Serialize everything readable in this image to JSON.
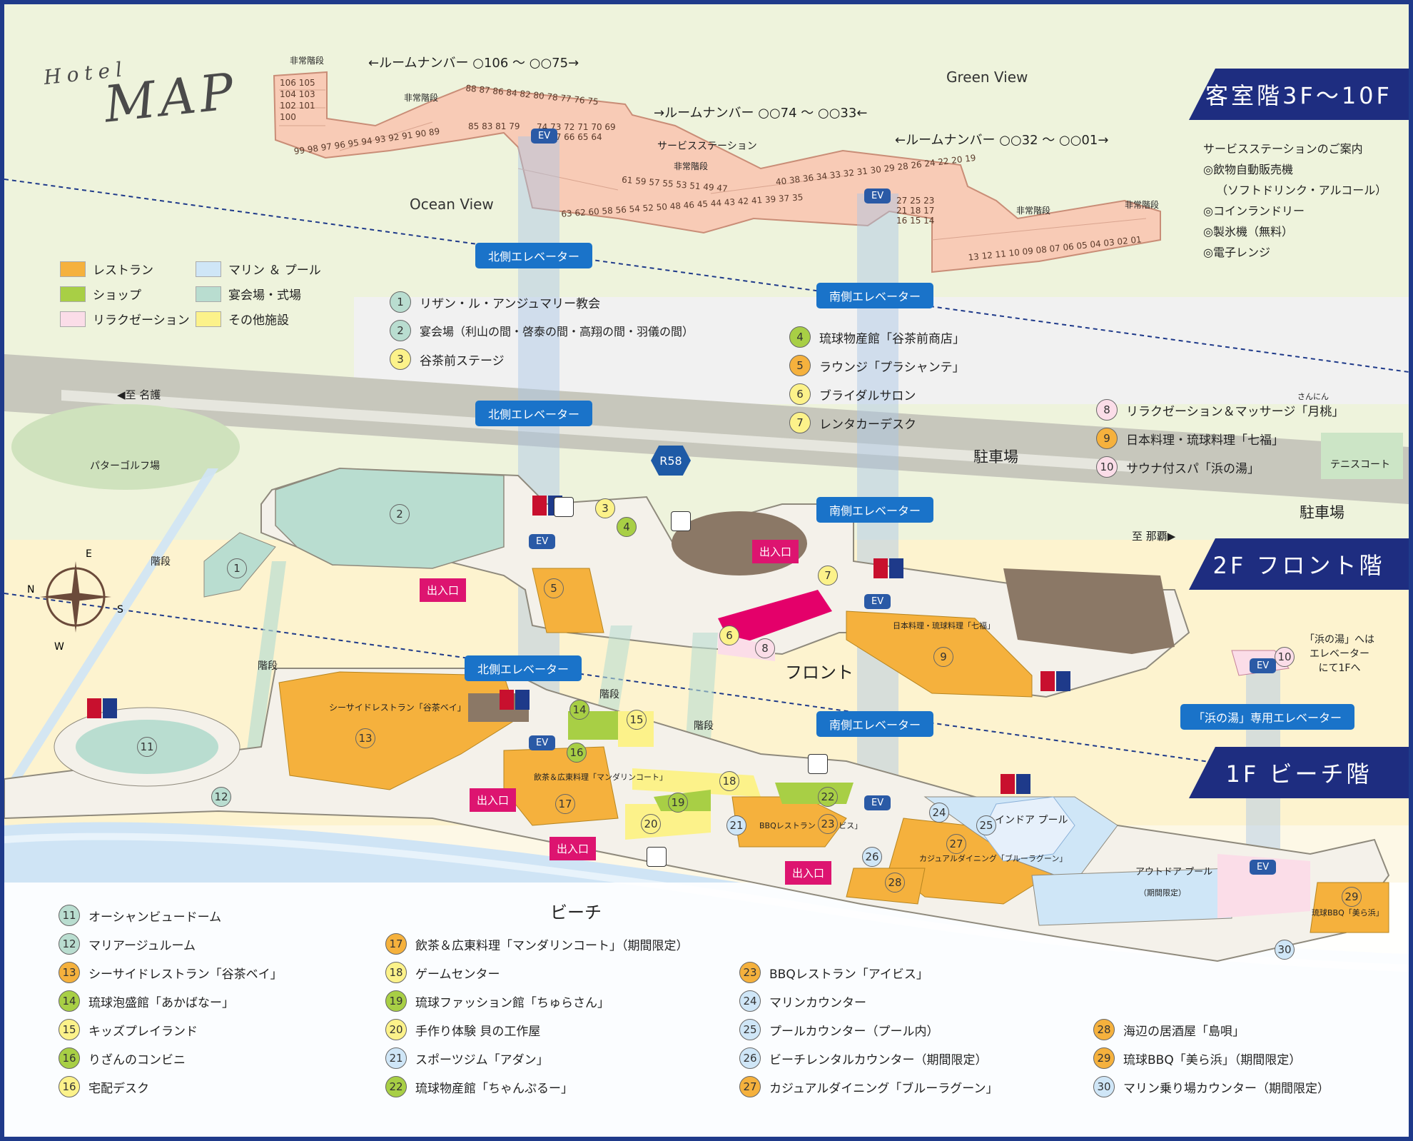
{
  "title": {
    "small": "Hotel",
    "big": "MAP"
  },
  "banners": {
    "guest_floor": "客室階3F〜10F",
    "front_floor": "2F フロント階",
    "beach_floor": "1F ビーチ階"
  },
  "elevators": {
    "north": "北側エレベーター",
    "south": "南側エレベーター",
    "spa": "「浜の湯」専用エレベーター",
    "ev": "EV"
  },
  "views": {
    "green": "Green View",
    "ocean": "Ocean View"
  },
  "room_ranges": {
    "r1": "←ルームナンバー ○106 〜 ○○75→",
    "r2": "→ルームナンバー ○○74 〜 ○○33←",
    "r3": "←ルームナンバー ○○32 〜 ○○01→"
  },
  "guest_floor_labels": {
    "emergency_stairs": "非常階段",
    "service_station": "サービスステーション"
  },
  "room_numbers": {
    "a": "106 105 104 103 102 101 100",
    "b": "99 98 97 96 95 94 93 92 91 90 89",
    "c": "88 87 86 84 82 80 78 77 76 75",
    "d": "85 83 81 79",
    "e": "74 73 72 71 70 69 68 67 66 65 64",
    "f": "63 62 60 58 56 54 52 50 48 46 45 44 43 42 41 39 37 35",
    "g": "61 59 57 55 53 51 49 47",
    "h": "40 38 36 34 33 32 31 30 29 28 26 24 22 20 19",
    "i": "27 25 23 21 18 17 16 15 14",
    "j": "13 12 11 10 09 08 07 06 05 04 03 02 01"
  },
  "service_info": {
    "title": "サービスステーションのご案内",
    "items": [
      "◎飲物自動販売機",
      "（ソフトドリンク・アルコール）",
      "◎コインランドリー",
      "◎製氷機（無料）",
      "◎電子レンジ"
    ]
  },
  "categories": [
    {
      "label": "レストラン",
      "color": "#f5b13d"
    },
    {
      "label": "マリン ＆ プール",
      "color": "#cfe6f7"
    },
    {
      "label": "ショップ",
      "color": "#a8cf45"
    },
    {
      "label": "宴会場・式場",
      "color": "#b9ddd0"
    },
    {
      "label": "リラクゼーション",
      "color": "#fbdde8"
    },
    {
      "label": "その他施設",
      "color": "#fcf28a"
    }
  ],
  "facilities_2f_a": [
    {
      "num": "1",
      "label": "リザン・ル・アンジュマリー教会"
    },
    {
      "num": "2",
      "label": "宴会場（利山の間・啓泰の間・高翔の間・羽儀の間）"
    },
    {
      "num": "3",
      "label": "谷茶前ステージ"
    }
  ],
  "facilities_2f_b": [
    {
      "num": "4",
      "label": "琉球物産館「谷茶前商店」"
    },
    {
      "num": "5",
      "label": "ラウンジ「プラシャンテ」"
    },
    {
      "num": "6",
      "label": "ブライダルサロン"
    },
    {
      "num": "7",
      "label": "レンタカーデスク"
    }
  ],
  "facilities_2f_c": [
    {
      "num": "8",
      "label": "リラクゼーション＆マッサージ「月桃」",
      "ruby": "さんにん"
    },
    {
      "num": "9",
      "label": "日本料理・琉球料理「七福」"
    },
    {
      "num": "10",
      "label": "サウナ付スパ「浜の湯」"
    }
  ],
  "map_labels": {
    "to_nago": "◀至 名護",
    "to_naha": "至 那覇▶",
    "route": "R58",
    "parking": "駐車場",
    "tennis": "テニスコート",
    "putter_golf": "パターゴルフ場",
    "stairs": "階段",
    "entrance": "出入口",
    "front": "フロント",
    "beach": "ビーチ",
    "shichifuku": "日本料理・琉球料理「七福」",
    "tancha_bay": "シーサイドレストラン「谷茶ベイ」",
    "mandarin": "飲茶＆広東料理「マンダリンコート」",
    "ibis": "BBQレストラン「アイビス」",
    "blue_lagoon": "カジュアルダイニング「ブルーラグーン」",
    "indoor_pool": "インドア プール",
    "outdoor_pool": "アウトドア プール",
    "outdoor_pool_note": "（期間限定）",
    "churahama": "琉球BBQ「美ら浜」",
    "spa_note": [
      "「浜の湯」へは",
      "エレベーター",
      "にて1Fへ"
    ]
  },
  "legend_1f_col1": [
    {
      "num": "11",
      "label": "オーシャンビュードーム",
      "color": "#b9ddd0"
    },
    {
      "num": "12",
      "label": "マリアージュルーム",
      "color": "#b9ddd0"
    },
    {
      "num": "13",
      "label": "シーサイドレストラン「谷茶ベイ」",
      "color": "#f5b13d"
    },
    {
      "num": "14",
      "label": "琉球泡盛館「あかばなー」",
      "color": "#a8cf45"
    },
    {
      "num": "15",
      "label": "キッズプレイランド",
      "color": "#fcf28a"
    },
    {
      "num": "16",
      "label": "りざんのコンビニ",
      "color": "#a8cf45"
    },
    {
      "num": "16",
      "label": "宅配デスク",
      "color": "#fcf28a"
    }
  ],
  "legend_1f_col2": [
    {
      "num": "17",
      "label": "飲茶＆広東料理「マンダリンコート」（期間限定）",
      "color": "#f5b13d"
    },
    {
      "num": "18",
      "label": "ゲームセンター",
      "color": "#fcf28a"
    },
    {
      "num": "19",
      "label": "琉球ファッション館「ちゅらさん」",
      "color": "#a8cf45"
    },
    {
      "num": "20",
      "label": "手作り体験 貝の工作屋",
      "color": "#fcf28a"
    },
    {
      "num": "21",
      "label": "スポーツジム「アダン」",
      "color": "#cfe6f7"
    },
    {
      "num": "22",
      "label": "琉球物産館「ちゃんぷるー」",
      "color": "#a8cf45"
    }
  ],
  "legend_1f_col3": [
    {
      "num": "23",
      "label": "BBQレストラン「アイビス」",
      "color": "#f5b13d"
    },
    {
      "num": "24",
      "label": "マリンカウンター",
      "color": "#cfe6f7"
    },
    {
      "num": "25",
      "label": "プールカウンター（プール内）",
      "color": "#cfe6f7"
    },
    {
      "num": "26",
      "label": "ビーチレンタルカウンター（期間限定）",
      "color": "#cfe6f7"
    },
    {
      "num": "27",
      "label": "カジュアルダイニング「ブルーラグーン」",
      "color": "#f5b13d"
    }
  ],
  "legend_1f_col4": [
    {
      "num": "28",
      "label": "海辺の居酒屋「島唄」",
      "color": "#f5b13d"
    },
    {
      "num": "29",
      "label": "琉球BBQ「美ら浜」（期間限定）",
      "color": "#f5b13d"
    },
    {
      "num": "30",
      "label": "マリン乗り場カウンター（期間限定）",
      "color": "#cfe6f7"
    }
  ],
  "compass": {
    "n": "N",
    "e": "E",
    "s": "S",
    "w": "W"
  }
}
